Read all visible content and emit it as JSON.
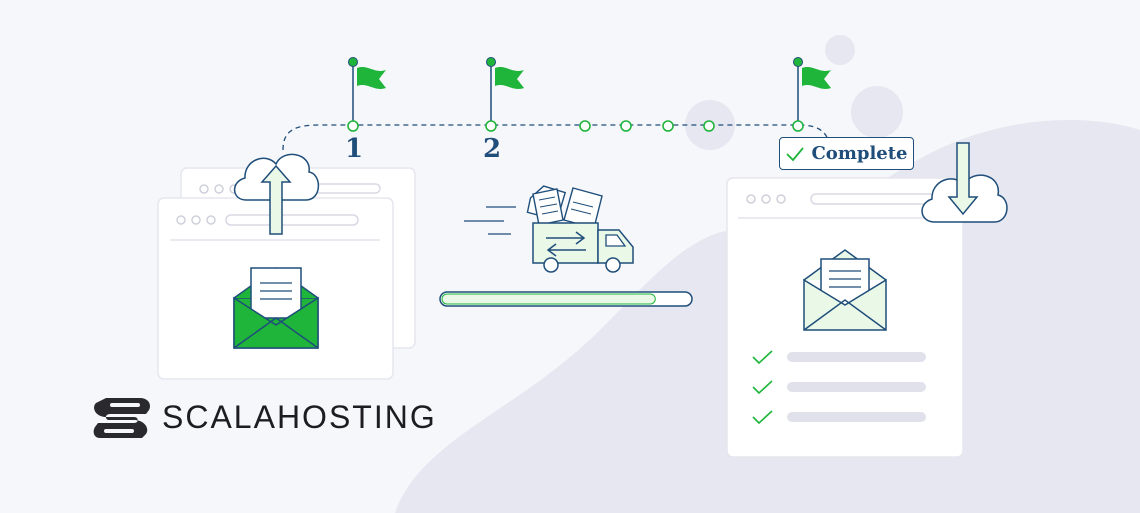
{
  "steps": {
    "step1": "1",
    "step2": "2"
  },
  "status": {
    "label": "Complete"
  },
  "brand": {
    "name": "SCALAHOSTING"
  },
  "transfer_progress": 0.86,
  "checklist_count": 3,
  "colors": {
    "background": "#f6f7fb",
    "blob": "#e6e7f0",
    "accent_green": "#1fb43a",
    "light_green": "#eaf8e8",
    "outline_blue": "#1f4e7a",
    "line_grey": "#e0e1ea"
  },
  "icons": [
    "flag-icon",
    "cloud-upload-icon",
    "cloud-download-icon",
    "envelope-icon",
    "truck-icon",
    "document-icon",
    "check-icon",
    "scalahosting-logo-icon"
  ]
}
